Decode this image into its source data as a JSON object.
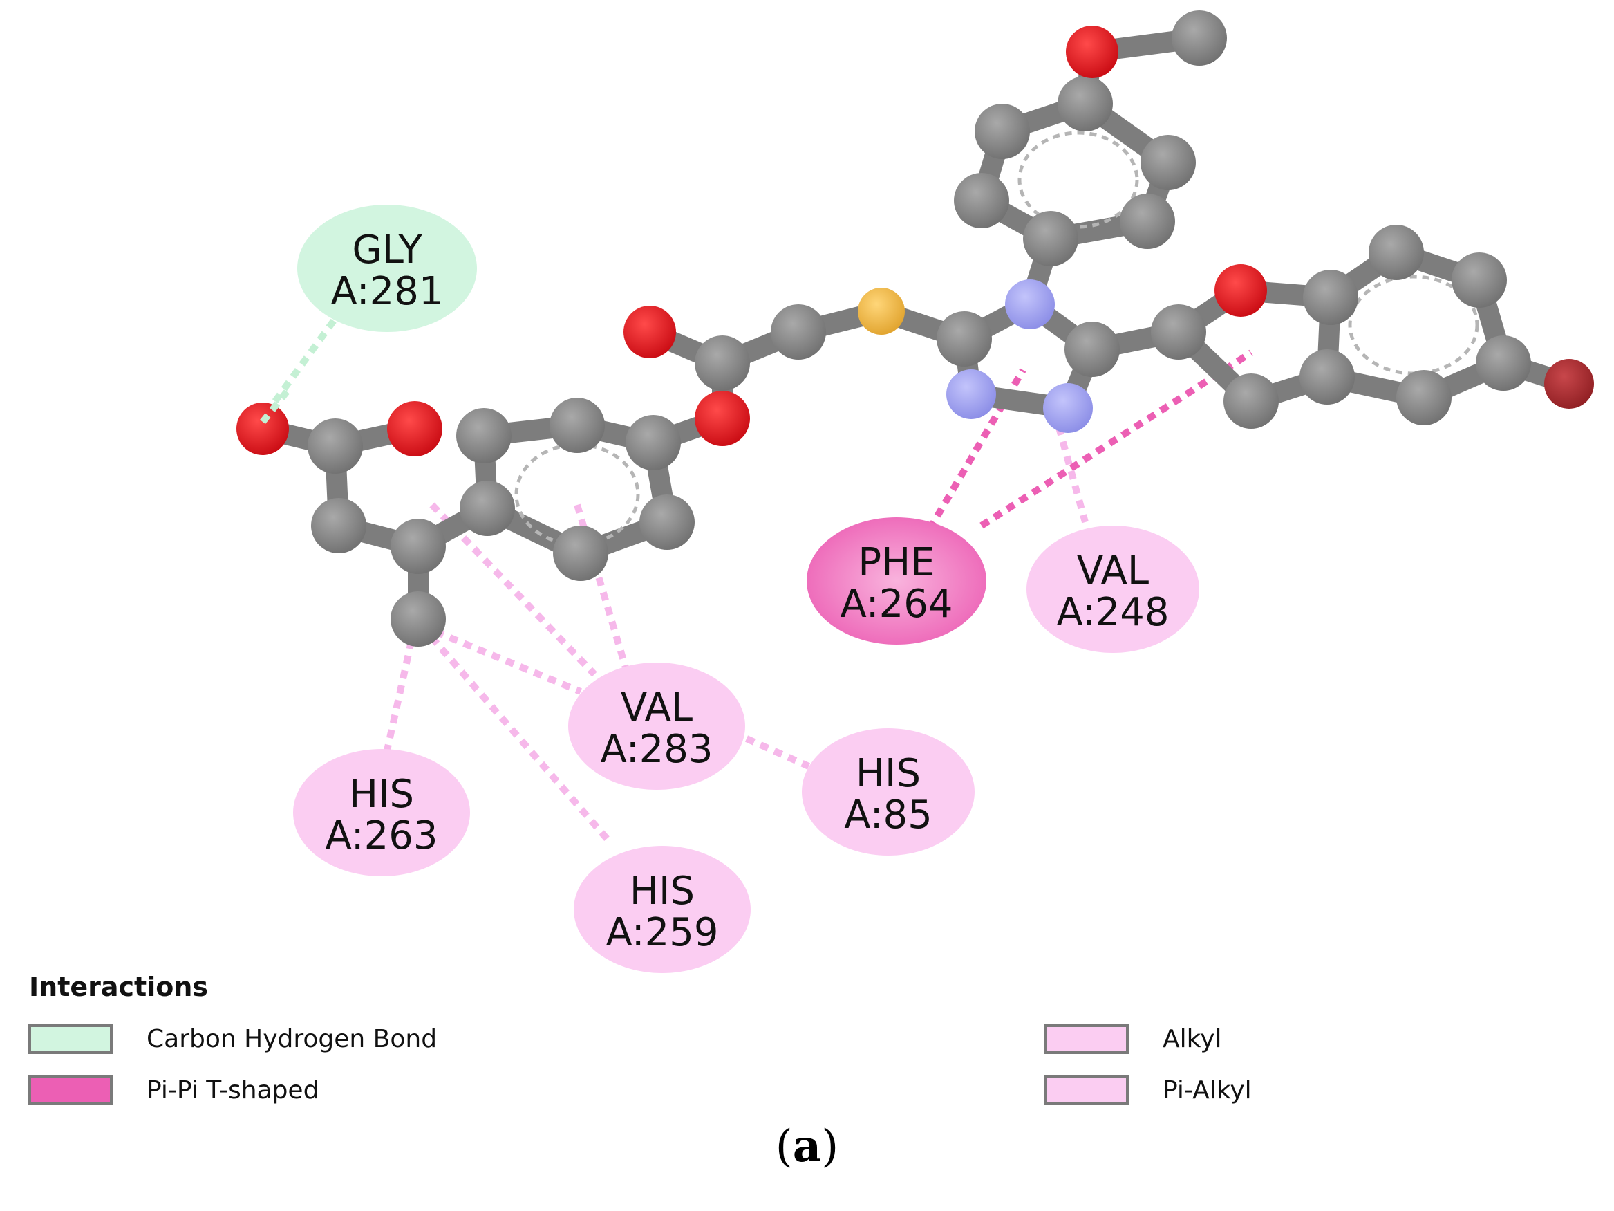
{
  "residues": [
    {
      "id": "gly281",
      "name": "GLY",
      "pos": "A:281",
      "type": "carbon-hydrogen-bond"
    },
    {
      "id": "phe264",
      "name": "PHE",
      "pos": "A:264",
      "type": "pi-pi-t-shaped"
    },
    {
      "id": "val248",
      "name": "VAL",
      "pos": "A:248",
      "type": "alkyl"
    },
    {
      "id": "val283",
      "name": "VAL",
      "pos": "A:283",
      "type": "alkyl"
    },
    {
      "id": "his85",
      "name": "HIS",
      "pos": "A:85",
      "type": "pi-alkyl"
    },
    {
      "id": "his263",
      "name": "HIS",
      "pos": "A:263",
      "type": "alkyl"
    },
    {
      "id": "his259",
      "name": "HIS",
      "pos": "A:259",
      "type": "alkyl"
    }
  ],
  "legend": {
    "title": "Interactions",
    "items": [
      {
        "label": "Carbon Hydrogen Bond",
        "color": "#d2f5e0"
      },
      {
        "label": "Pi-Pi T-shaped",
        "color": "#ec5fb4"
      },
      {
        "label": "Alkyl",
        "color": "#fbcdf2"
      },
      {
        "label": "Pi-Alkyl",
        "color": "#fbcdf2"
      }
    ]
  },
  "caption": {
    "open": "(",
    "letter": "a",
    "close": ")"
  },
  "colors": {
    "carbon": "#7d7d7d",
    "oxygen": "#e3141c",
    "nitrogen": "#9a9cf0",
    "sulfur": "#f2b63c",
    "bromine": "#a6282c",
    "hbond": "#d2f5e0",
    "pipi": "#ec5fb4",
    "alkyl": "#fbcdf2"
  }
}
